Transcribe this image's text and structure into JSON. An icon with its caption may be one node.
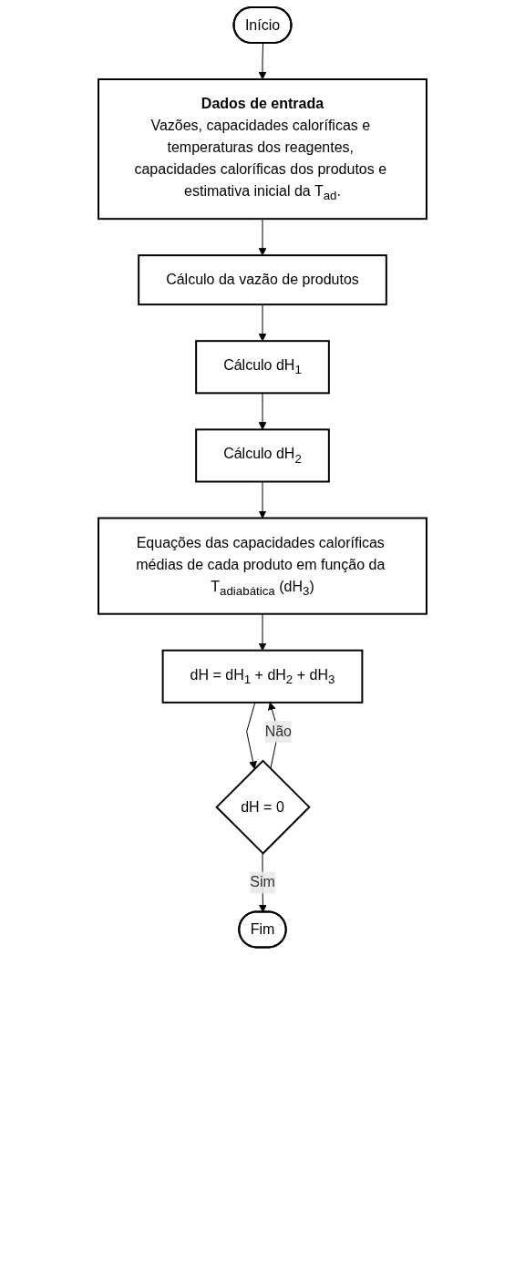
{
  "diagram": {
    "nodes": [
      {
        "text": [
          "Início"
        ]
      },
      {
        "text": [
          "Dados de entrada",
          "Vazões, capacidades caloríficas e temperaturas dos reagentes, capacidades caloríficas dos produtos e estimativa inicial da T$_{ad}$."
        ]
      },
      {
        "text": [
          "Cálculo da vazão de produtos"
        ]
      },
      {
        "text": [
          "Cálculo dH$_{1}$"
        ]
      },
      {
        "text": [
          "Cálculo dH$_{2}$"
        ]
      },
      {
        "text": [
          "Equações das capacidades caloríficas médias de cada produto em função da T$_{adiabática}$ (dH$_{3}$)"
        ]
      },
      {
        "text": [
          "dH = dH$_{1}$ + dH$_{2}$ + dH$_{3}$"
        ]
      },
      {
        "text": [
          "dH = 0"
        ]
      },
      {
        "text": [
          "Fim"
        ]
      }
    ],
    "edges": [
      {
        "from": 0,
        "to": 1,
        "arrow": "to"
      },
      {
        "from": 1,
        "to": 2,
        "arrow": "to"
      },
      {
        "from": 2,
        "to": 3,
        "arrow": "to"
      },
      {
        "from": 3,
        "to": 4,
        "arrow": "to"
      },
      {
        "from": 4,
        "to": 5,
        "arrow": "to"
      },
      {
        "from": 5,
        "to": 6,
        "arrow": "to"
      },
      {
        "from": 6,
        "to": 7,
        "arrow": "to"
      },
      {
        "from": 7,
        "to": 6,
        "label": "Não",
        "arrow": "to"
      },
      {
        "from": 7,
        "to": 8,
        "label": "Sim",
        "arrow": "to"
      }
    ]
  }
}
